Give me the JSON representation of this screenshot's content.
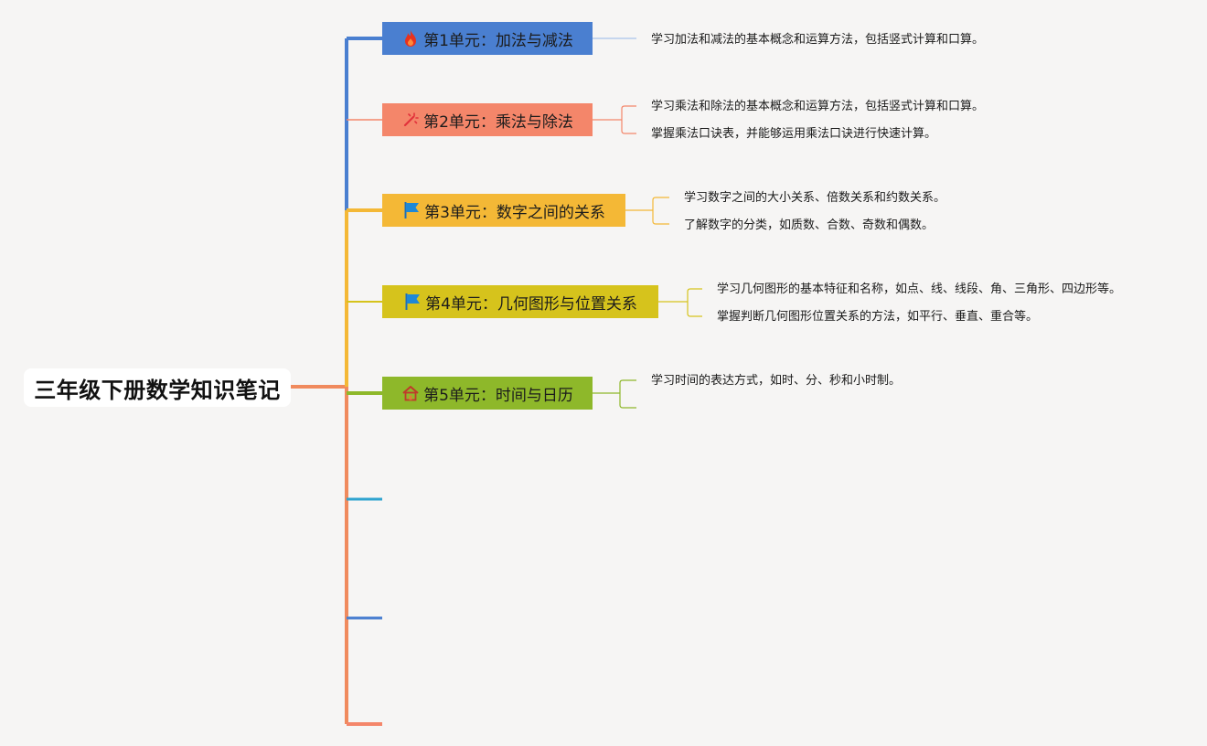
{
  "root": {
    "title": "三年级下册数学知识笔记"
  },
  "colors": {
    "background": "#f6f5f4",
    "trunk": "#f08a5d",
    "unit1": "#4a7fd0",
    "unit2": "#f4866a",
    "unit3": "#f4b836",
    "unit4": "#d6c31c",
    "unit5": "#8eb82a",
    "empty1": "#2fa3cf",
    "empty2": "#4a7fd0",
    "empty3": "#f4866a"
  },
  "units": [
    {
      "title": "第1单元：加法与减法",
      "icon": "fire-icon",
      "notes": [
        "学习加法和减法的基本概念和运算方法，包括竖式计算和口算。"
      ]
    },
    {
      "title": "第2单元：乘法与除法",
      "icon": "magic-wand-icon",
      "notes": [
        "学习乘法和除法的基本概念和运算方法，包括竖式计算和口算。",
        "掌握乘法口诀表，并能够运用乘法口诀进行快速计算。"
      ]
    },
    {
      "title": "第3单元：数字之间的关系",
      "icon": "flag-icon",
      "notes": [
        "学习数字之间的大小关系、倍数关系和约数关系。",
        "了解数字的分类，如质数、合数、奇数和偶数。"
      ]
    },
    {
      "title": "第4单元：几何图形与位置关系",
      "icon": "flag-icon",
      "notes": [
        "学习几何图形的基本特征和名称，如点、线、线段、角、三角形、四边形等。",
        "掌握判断几何图形位置关系的方法，如平行、垂直、重合等。"
      ]
    },
    {
      "title": "第5单元：时间与日历",
      "icon": "home-icon",
      "notes": [
        "学习时间的表达方式，如时、分、秒和小时制。",
        ""
      ]
    }
  ]
}
